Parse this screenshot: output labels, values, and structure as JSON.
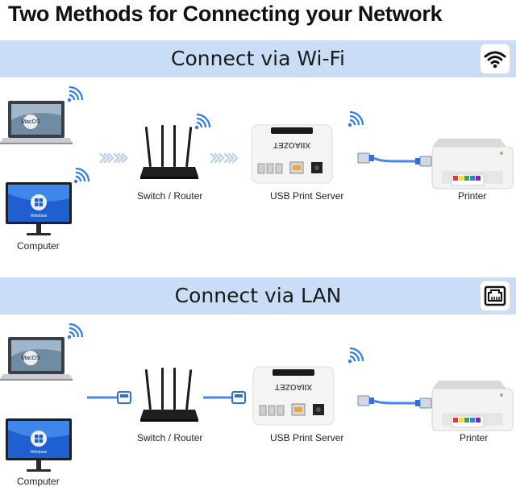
{
  "title": "Two Methods for Connecting your Network",
  "section_wifi": {
    "heading": "Connect via Wi-Fi",
    "icon": "wifi-icon"
  },
  "section_lan": {
    "heading": "Connect via LAN",
    "icon": "ethernet-port-icon"
  },
  "devices": {
    "laptop_os": "MacOS",
    "computer_os": "Windows",
    "computer_label": "Computer",
    "router_label": "Switch / Router",
    "server_label": "USB Print Server",
    "server_brand": "XIIAOZET",
    "printer_label": "Printer"
  },
  "colors": {
    "band": "#c9def6",
    "cable": "#4a86e8",
    "wifi": "#2f7de1",
    "arrow": "#bcd3ef"
  }
}
